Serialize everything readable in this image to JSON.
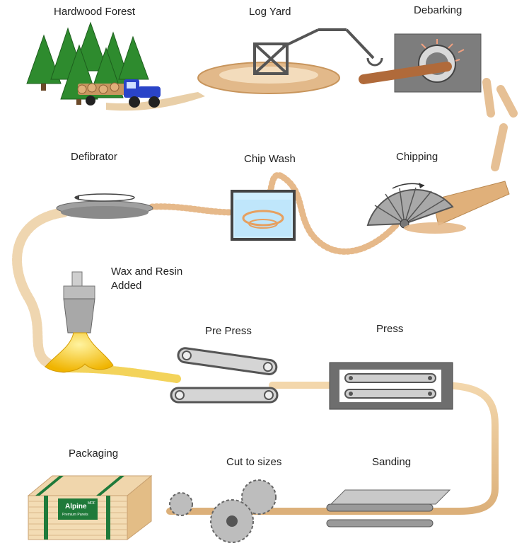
{
  "steps": [
    {
      "id": "hardwood-forest",
      "label": "Hardwood Forest"
    },
    {
      "id": "log-yard",
      "label": "Log Yard"
    },
    {
      "id": "debarking",
      "label": "Debarking"
    },
    {
      "id": "chipping",
      "label": "Chipping"
    },
    {
      "id": "chip-wash",
      "label": "Chip Wash"
    },
    {
      "id": "defibrator",
      "label": "Defibrator"
    },
    {
      "id": "wax-and-resin",
      "label": "Wax and Resin Added"
    },
    {
      "id": "pre-press",
      "label": "Pre Press"
    },
    {
      "id": "press",
      "label": "Press"
    },
    {
      "id": "sanding",
      "label": "Sanding"
    },
    {
      "id": "cut-to-sizes",
      "label": "Cut to sizes"
    },
    {
      "id": "packaging",
      "label": "Packaging"
    }
  ],
  "package_brand": {
    "name": "Alpine",
    "superscript": "MDF",
    "tagline": "Premium Panels"
  },
  "colors": {
    "tree": "#2e8b2e",
    "truck": "#2a44c8",
    "wood": "#deb887",
    "fiber": "#e8c39a",
    "resin": "#f2c200",
    "machine": "#8a8a8a",
    "brand": "#1f7a3a"
  }
}
